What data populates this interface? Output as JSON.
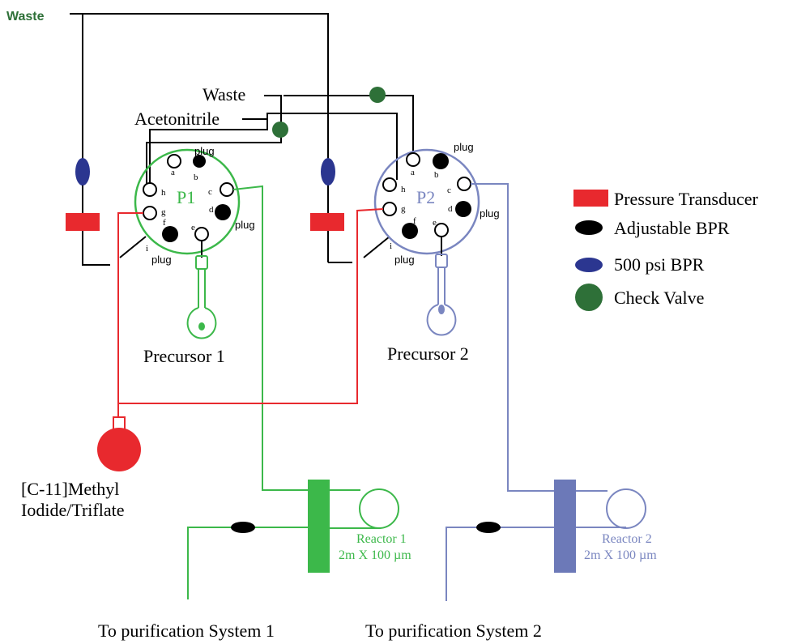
{
  "labels": {
    "waste_top": "Waste",
    "waste_mid": "Waste",
    "acetonitrile": "Acetonitrile",
    "p1": "P1",
    "p2": "P2",
    "precursor1": "Precursor 1",
    "precursor2": "Precursor 2",
    "methyl_line1": "[C-11]Methyl",
    "methyl_line2": "Iodide/Triflate",
    "reactor1_name": "Reactor 1",
    "reactor1_spec": "2m X 100 µm",
    "reactor2_name": "Reactor 2",
    "reactor2_spec": "2m X 100 µm",
    "purif1": "To purification System 1",
    "purif2": "To purification System 2",
    "plug": "plug"
  },
  "ports": [
    "a",
    "b",
    "c",
    "d",
    "e",
    "f",
    "g",
    "h",
    "i"
  ],
  "legend": [
    {
      "label": "Pressure Transducer",
      "icon": "pressure-transducer-icon",
      "color": "#e8292e"
    },
    {
      "label": "Adjustable BPR",
      "icon": "adjustable-bpr-icon",
      "color": "#000000"
    },
    {
      "label": "500 psi BPR",
      "icon": "500psi-bpr-icon",
      "color": "#2b3690"
    },
    {
      "label": "Check Valve",
      "icon": "check-valve-icon",
      "color": "#2e7038"
    }
  ],
  "colors": {
    "system1": "#3cb84a",
    "system2": "#7a86c0",
    "methyl": "#e8292e",
    "waste_text": "#2e7038",
    "line": "#000000"
  }
}
